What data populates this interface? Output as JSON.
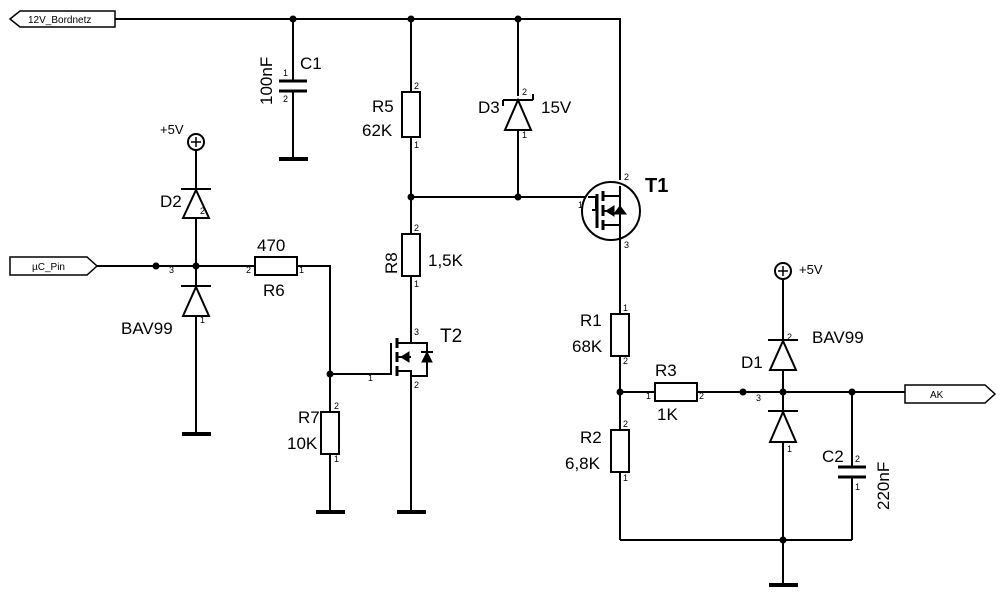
{
  "ports": {
    "bordnetz": "12V_Bordnetz",
    "uc_pin": "µC_Pin",
    "ak": "AK"
  },
  "supplies": {
    "vcc_left": "+5V",
    "vcc_right": "+5V"
  },
  "components": {
    "c1": {
      "ref": "C1",
      "value": "100nF"
    },
    "c2": {
      "ref": "C2",
      "value": "220nF"
    },
    "r1": {
      "ref": "R1",
      "value": "68K"
    },
    "r2": {
      "ref": "R2",
      "value": "6,8K"
    },
    "r3": {
      "ref": "R3",
      "value": "1K"
    },
    "r5": {
      "ref": "R5",
      "value": "62K"
    },
    "r6": {
      "ref": "R6",
      "value": "470"
    },
    "r7": {
      "ref": "R7",
      "value": "10K"
    },
    "r8": {
      "ref": "R8",
      "value": "1,5K"
    },
    "d1": {
      "ref": "D1",
      "value": "BAV99"
    },
    "d2": {
      "ref": "D2",
      "value": "BAV99"
    },
    "d3": {
      "ref": "D3",
      "value": "15V"
    },
    "t1": {
      "ref": "T1"
    },
    "t2": {
      "ref": "T2"
    }
  },
  "pins": {
    "one": "1",
    "two": "2",
    "three": "3"
  }
}
